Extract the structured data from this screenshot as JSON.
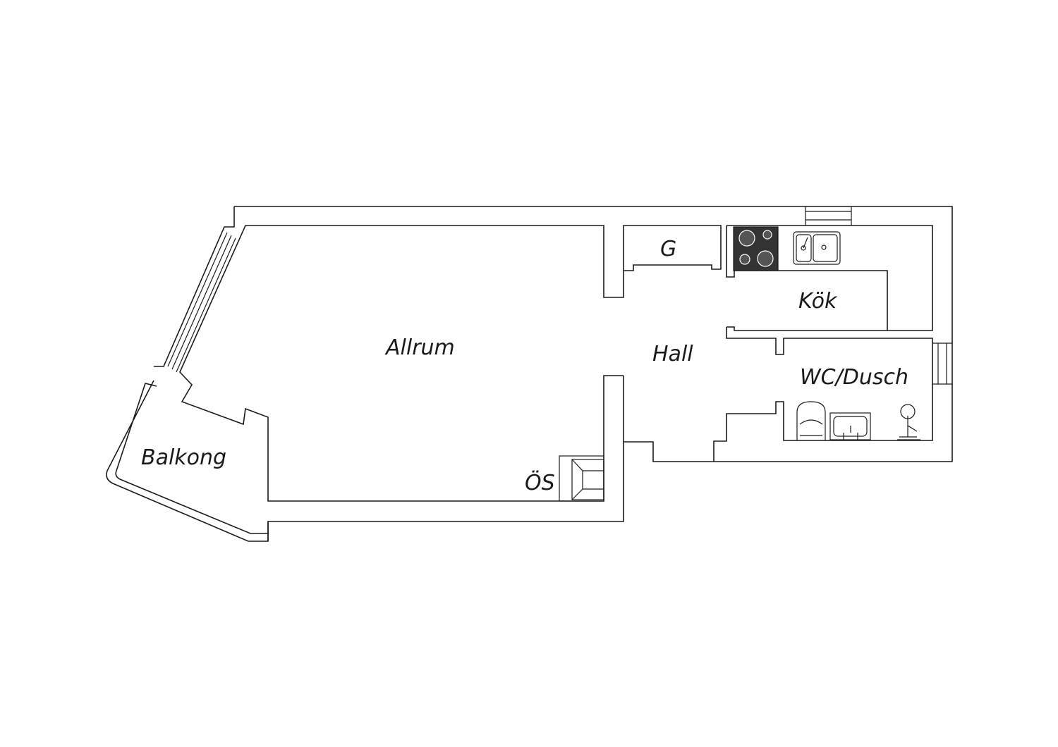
{
  "rooms": {
    "allrum": "Allrum",
    "hall": "Hall",
    "kok": "Kök",
    "wc": "WC/Dusch",
    "balkong": "Balkong",
    "garderob": "G",
    "os": "ÖS"
  },
  "colors": {
    "wall": "#1a1a1a",
    "stove": "#333333",
    "background": "#ffffff"
  }
}
